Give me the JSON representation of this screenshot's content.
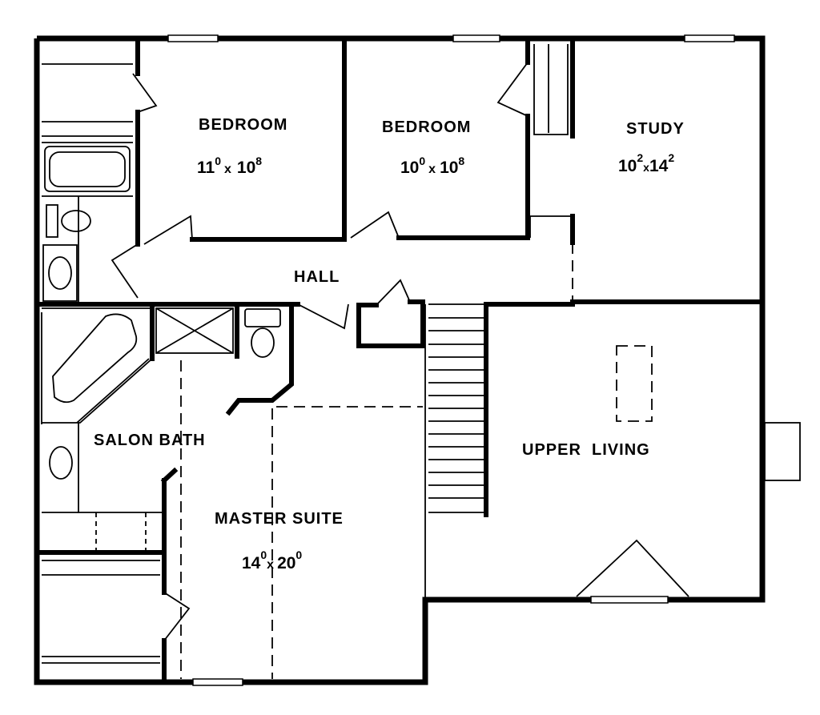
{
  "rooms": {
    "bedroom1": {
      "name": "BEDROOM",
      "dim_a": "11",
      "dim_a_sup": "0",
      "dim_sep": "x",
      "dim_b": "10",
      "dim_b_sup": "8"
    },
    "bedroom2": {
      "name": "BEDROOM",
      "dim_a": "10",
      "dim_a_sup": "0",
      "dim_sep": "x",
      "dim_b": "10",
      "dim_b_sup": "8"
    },
    "study": {
      "name": "STUDY",
      "dim_a": "10",
      "dim_a_sup": "2",
      "dim_sep": "x",
      "dim_b": "14",
      "dim_b_sup": "2"
    },
    "hall": {
      "name": "HALL"
    },
    "salon_bath": {
      "name": "SALON BATH"
    },
    "upper_living": {
      "name": "UPPER  LIVING"
    },
    "master_suite": {
      "name": "MASTER SUITE",
      "dim_a": "14",
      "dim_a_sup": "0",
      "dim_sep": "x",
      "dim_b": "20",
      "dim_b_sup": "0"
    }
  },
  "colors": {
    "wall": "#000000",
    "background": "#ffffff"
  }
}
